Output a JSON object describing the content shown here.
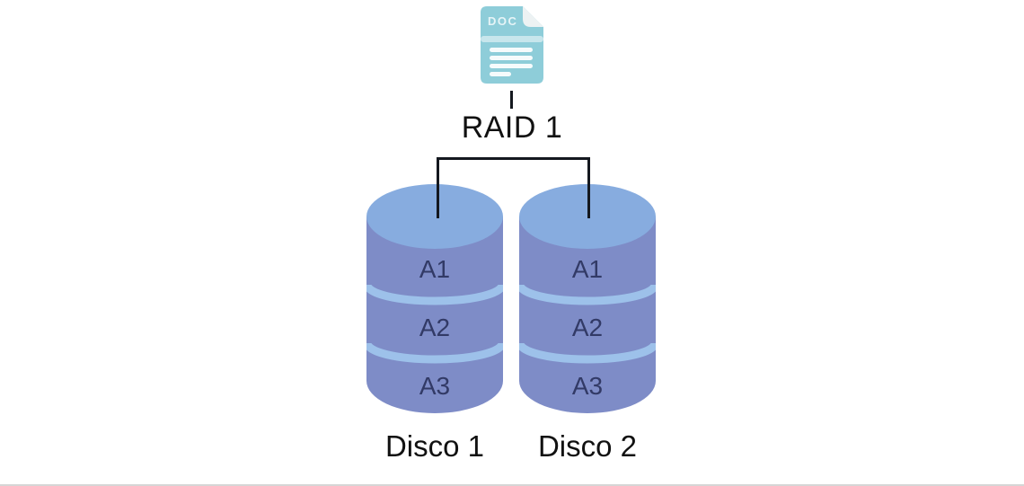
{
  "title": "RAID 1",
  "file_icon": {
    "label": "DOC"
  },
  "disks": [
    {
      "name": "Disco 1",
      "blocks": [
        "A1",
        "A2",
        "A3"
      ]
    },
    {
      "name": "Disco 2",
      "blocks": [
        "A1",
        "A2",
        "A3"
      ]
    }
  ],
  "colors": {
    "file_icon_body": "#8ecdd9",
    "file_icon_fold": "#edf2f3",
    "cylinder_top": "#87acdf",
    "cylinder_body": "#7e8cc7",
    "cylinder_divider": "#9dc1ea",
    "block_text": "#323a66",
    "connector_line": "#14181f"
  }
}
